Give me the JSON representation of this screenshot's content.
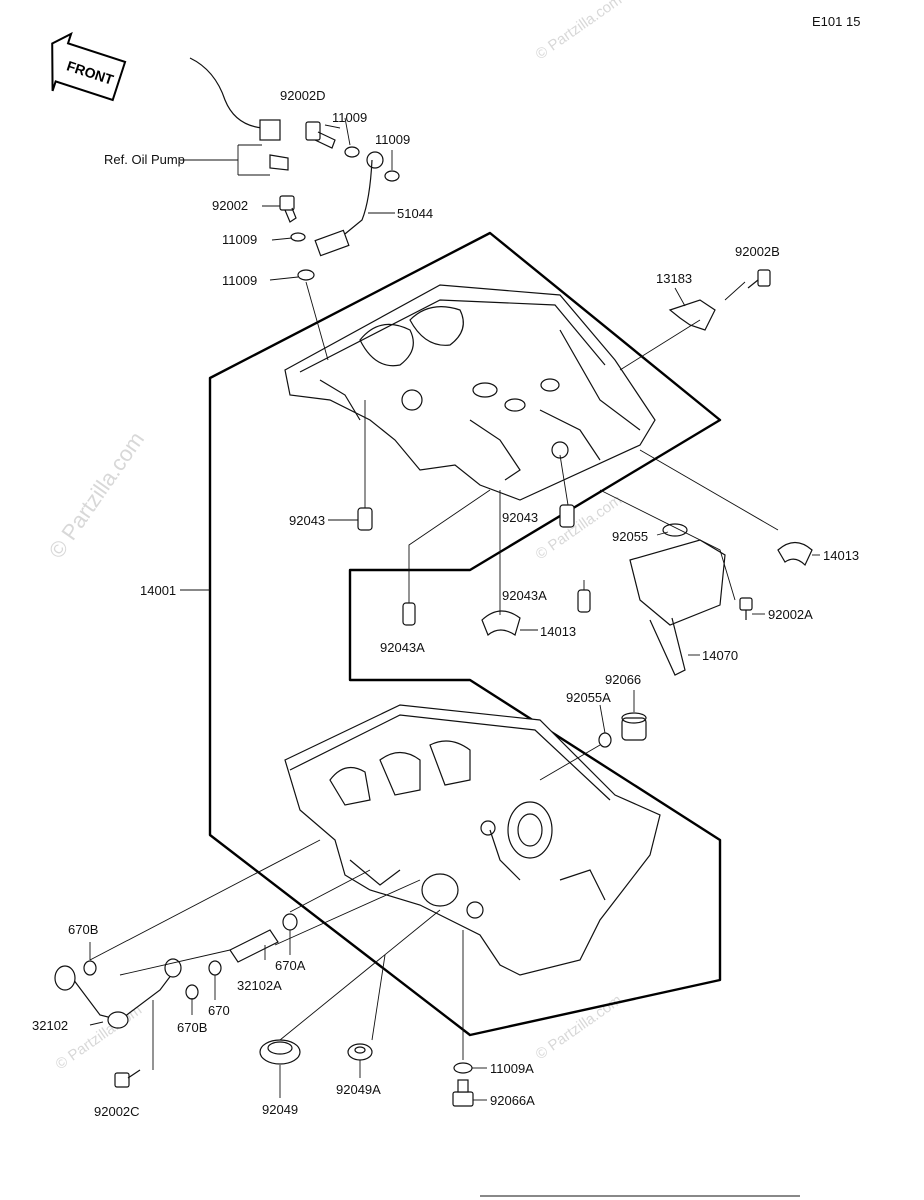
{
  "page_code": "E101 15",
  "front_label": "FRONT",
  "ref_oil_pump": "Ref. Oil Pump",
  "watermark": "© Partzilla.com",
  "parts": {
    "p92002D": "92002D",
    "p11009a": "11009",
    "p11009b": "11009",
    "p92002": "92002",
    "p51044": "51044",
    "p11009c": "11009",
    "p11009d": "11009",
    "p13183": "13183",
    "p92002B": "92002B",
    "p92043a": "92043",
    "p92043b": "92043",
    "p92055": "92055",
    "p14013a": "14013",
    "p14001": "14001",
    "p92043Aa": "92043A",
    "p92043Ab": "92043A",
    "p14013b": "14013",
    "p92002A": "92002A",
    "p14070": "14070",
    "p92066": "92066",
    "p92055A": "92055A",
    "p670B_top": "670B",
    "p670A": "670A",
    "p32102A": "32102A",
    "p670": "670",
    "p670B_bot": "670B",
    "p32102": "32102",
    "p92002C": "92002C",
    "p92049": "92049",
    "p92049A": "92049A",
    "p11009A": "11009A",
    "p92066A": "92066A"
  }
}
